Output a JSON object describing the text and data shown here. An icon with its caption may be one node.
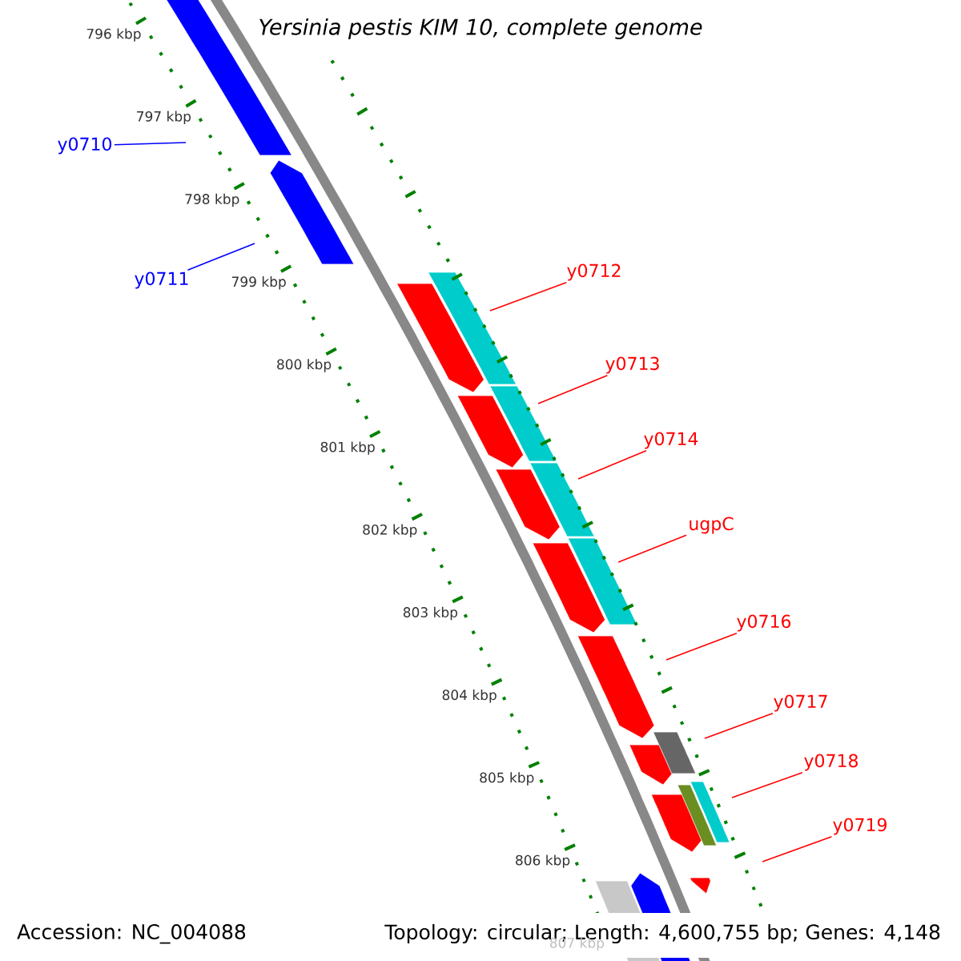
{
  "diagram": {
    "title": "Yersinia pestis KIM 10, complete genome",
    "nodes": [
      {
        "text": [
          "y0710"
        ]
      },
      {
        "text": [
          "y0711"
        ]
      },
      {
        "text": [
          "y0712"
        ]
      },
      {
        "text": [
          "y0713"
        ]
      },
      {
        "text": [
          "y0714"
        ]
      },
      {
        "text": [
          "ugpC"
        ]
      },
      {
        "text": [
          "y0716"
        ]
      },
      {
        "text": [
          "y0717"
        ]
      },
      {
        "text": [
          "y0718"
        ]
      },
      {
        "text": [
          "y0719"
        ]
      }
    ],
    "edges": [
      {
        "from": 0,
        "to": null,
        "arrow": "none",
        "color": "#0000ff"
      },
      {
        "from": 1,
        "to": null,
        "arrow": "none",
        "color": "#0000ff"
      },
      {
        "from": 2,
        "to": null,
        "arrow": "none"
      },
      {
        "from": 3,
        "to": null,
        "arrow": "none"
      },
      {
        "from": 4,
        "to": null,
        "arrow": "none"
      },
      {
        "from": 5,
        "to": null,
        "arrow": "none"
      },
      {
        "from": 6,
        "to": null,
        "arrow": "none"
      },
      {
        "from": 7,
        "to": null,
        "arrow": "none"
      },
      {
        "from": 8,
        "to": null,
        "arrow": "none"
      },
      {
        "from": 9,
        "to": null,
        "arrow": "none"
      }
    ],
    "labels": [
      "796 kbp",
      "797 kbp",
      "798 kbp",
      "799 kbp",
      "800 kbp",
      "801 kbp",
      "802 kbp",
      "803 kbp",
      "804 kbp",
      "805 kbp",
      "806 kbp",
      "807 kbp",
      "Accession: NC_004088",
      "Topology: circular; Length: 4,600,755 bp; Genes: 4,148"
    ]
  }
}
